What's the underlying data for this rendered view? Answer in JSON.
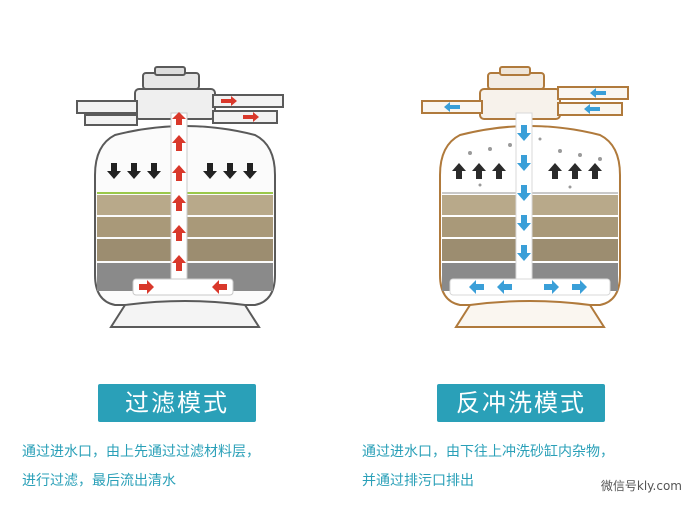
{
  "left": {
    "title": "过滤模式",
    "desc_line1": "通过进水口，由上先通过过滤材料层，",
    "desc_line2": "进行过滤，最后流出清水"
  },
  "right": {
    "title": "反冲洗模式",
    "desc_line1": "通过进水口，由下往上冲洗砂缸内杂物，",
    "desc_line2": "并通过排污口排出",
    "watermark": "微信号kly.com"
  },
  "colors": {
    "accent": "#2aa0b8",
    "filter_arrow": "#d9382b",
    "backwash_arrow": "#3a9fd8",
    "left_outline": "#5a5a5a",
    "right_outline": "#b07a3c"
  },
  "icons": {
    "left_down_arrows": "arrow-down-icon",
    "left_up_arrows": "arrow-up-icon",
    "right_up_arrows": "arrow-up-icon",
    "right_down_arrows": "arrow-down-icon"
  }
}
